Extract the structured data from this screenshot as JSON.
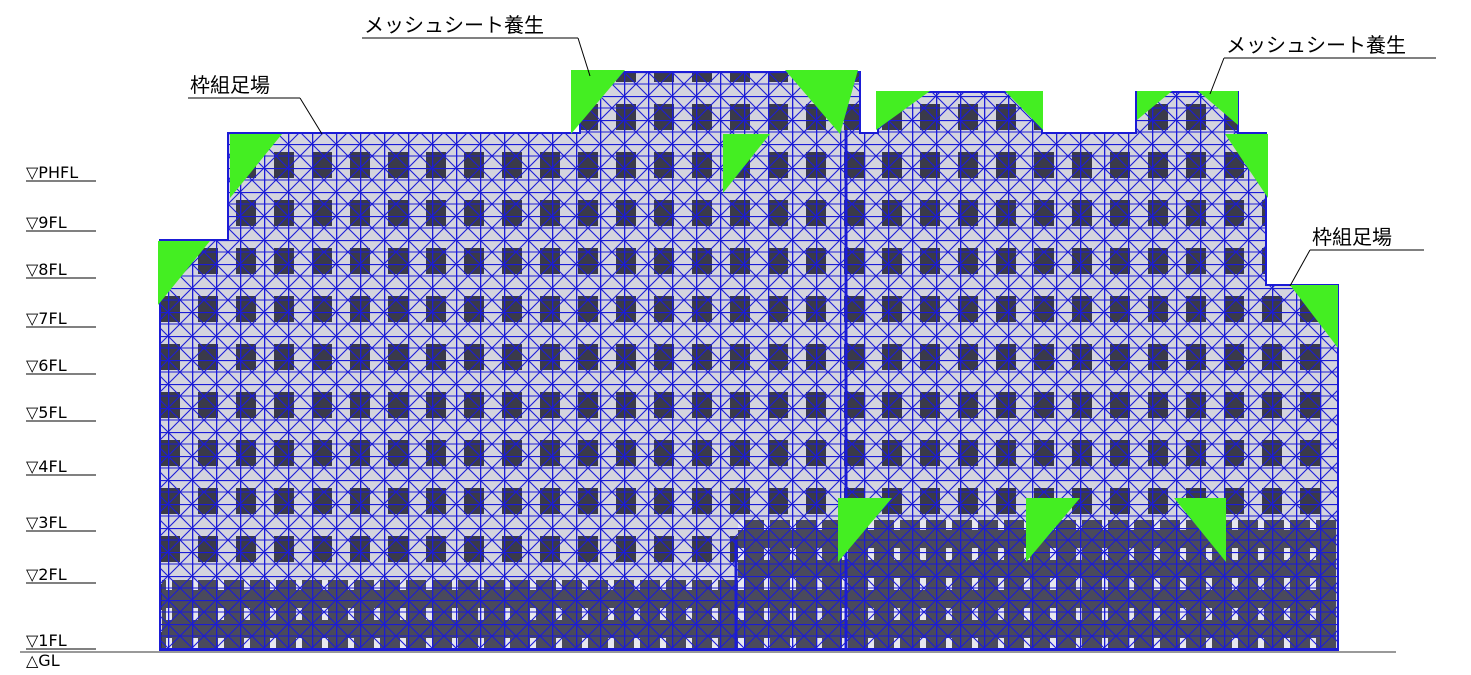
{
  "floors": [
    {
      "label": "▽PHFL"
    },
    {
      "label": "▽9FL"
    },
    {
      "label": "▽8FL"
    },
    {
      "label": "▽7FL"
    },
    {
      "label": "▽6FL"
    },
    {
      "label": "▽5FL"
    },
    {
      "label": "▽4FL"
    },
    {
      "label": "▽3FL"
    },
    {
      "label": "▽2FL"
    },
    {
      "label": "▽1FL"
    }
  ],
  "ground_label": "△GL",
  "callouts": {
    "mesh_top": "メッシュシート養生",
    "mesh_right": "メッシュシート養生",
    "frame_left": "枠組足場",
    "frame_right": "枠組足場"
  },
  "colors": {
    "scaffold": "#1b1bd6",
    "facade": "#d4d4de",
    "window": "#3a3a4a",
    "lower_facade": "#4a4a5c",
    "mesh_sheet": "#44ee22"
  }
}
